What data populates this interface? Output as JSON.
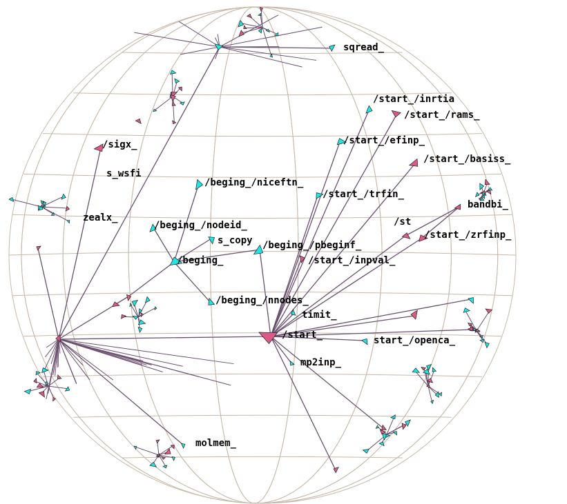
{
  "colors": {
    "cyan_node": "#1ee6e6",
    "pink_node": "#de5a86",
    "edge": "#6b4f6f",
    "grid": "#c8b8a8"
  },
  "labels": {
    "sqread": "sqread_",
    "inrtia": "/start_/inrtia",
    "rams": "/start_/rams_",
    "sigx": "/sigx_",
    "efinp": "/start_/efinp_",
    "basiss": "/start_/basiss_",
    "s_wsfi": "s_wsfi",
    "niceftn": "/beging_/niceftn_",
    "trfin": "/start_/trfin_",
    "bandbi": "bandbi_",
    "zealx": "zealx_",
    "nodeid": "/beging_/nodeid_",
    "s_copy": "s_copy",
    "st": "/st",
    "zrfinp": "/start_/zrfinp_",
    "pbeginf": "/beging_/pbeginf_",
    "inpval": "/start_/inpval_",
    "beging": "/beging_",
    "nnodes": "/beging_/nnodes_",
    "timit": "timit_",
    "start": "/start_",
    "openca": "start_/openca_",
    "mp2inp": "mp2inp_",
    "molmem": "molmem_"
  }
}
